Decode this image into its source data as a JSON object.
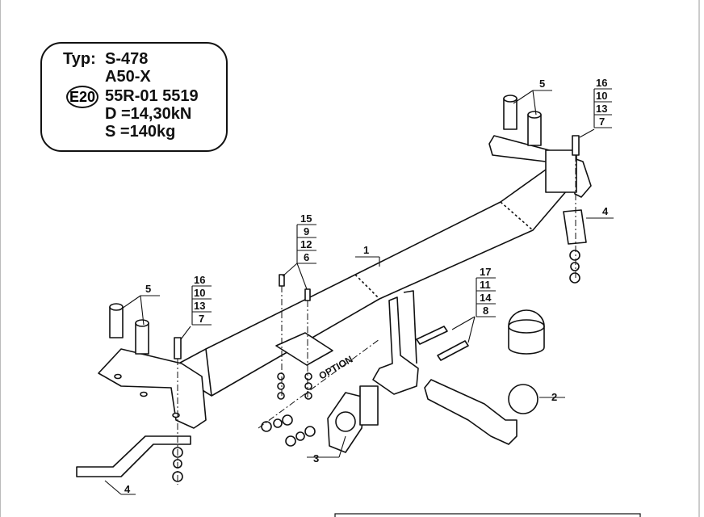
{
  "spec": {
    "typ_label": "Typ:",
    "typ_value": "S-478",
    "model": "A50-X",
    "approval_mark": "E20",
    "approval_number": "55R-01 5519",
    "d_value": "D =14,30kN",
    "s_value": "S =140kg"
  },
  "callouts": {
    "p1": "1",
    "p2": "2",
    "p3": "3",
    "p4_right": "4",
    "p4_left": "4",
    "p5_right": "5",
    "p5_left": "5",
    "stack_right": [
      "16",
      "10",
      "13",
      "7"
    ],
    "stack_left": [
      "16",
      "10",
      "13",
      "7"
    ],
    "stack_mid": [
      "15",
      "9",
      "12",
      "6"
    ],
    "stack_ball": [
      "17",
      "11",
      "14",
      "8"
    ],
    "option": "OPTION"
  },
  "colors": {
    "ink": "#111111",
    "paper": "#ffffff"
  }
}
